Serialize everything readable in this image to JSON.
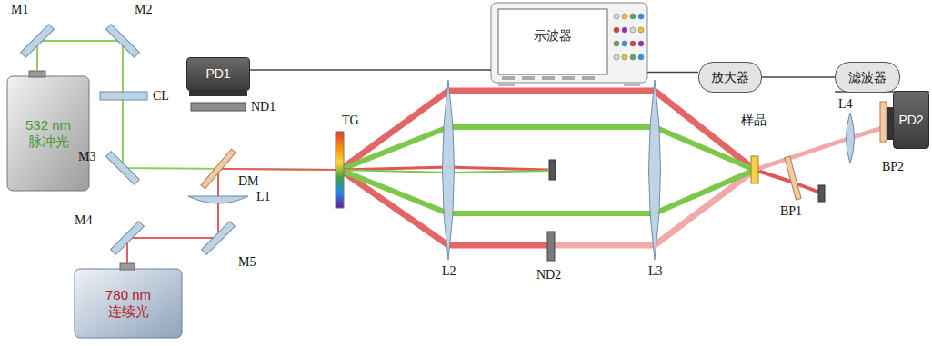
{
  "diagram": {
    "nodes": [
      {
        "text": [
          "示波器"
        ]
      },
      {
        "text": [
          "PD1"
        ]
      },
      {
        "text": [
          "放大器"
        ]
      },
      {
        "text": [
          "滤波器"
        ]
      },
      {
        "text": [
          "PD2"
        ]
      },
      {
        "text": [
          "532 nm 脉冲光"
        ]
      },
      {
        "text": [
          "780 nm 连续光"
        ]
      }
    ],
    "edges": [
      {
        "from": 1,
        "to": 0,
        "arrow": "none"
      },
      {
        "from": 0,
        "to": 2,
        "arrow": "none"
      },
      {
        "from": 2,
        "to": 3,
        "arrow": "none"
      },
      {
        "from": 3,
        "to": 4,
        "arrow": "none"
      }
    ],
    "labels": [
      "M1",
      "M2",
      "CL",
      "M3",
      "ND1",
      "DM",
      "L1",
      "M4",
      "M5",
      "TG",
      "L2",
      "ND2",
      "L3",
      "样品",
      "BP1",
      "L4",
      "BP2"
    ]
  }
}
